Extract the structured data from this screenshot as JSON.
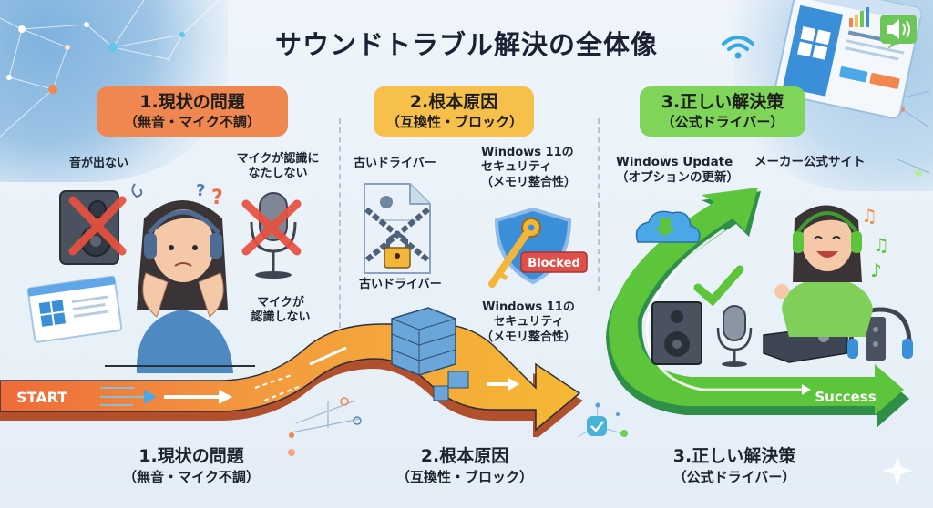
{
  "title": "サウンドトラブル解決の全体像",
  "sections": [
    {
      "heading": "1.現状の問題",
      "subheading": "（無音・マイク不調）",
      "color": "#f08650"
    },
    {
      "heading": "2.根本原因",
      "subheading": "（互換性・ブロック）",
      "color": "#f6c04a"
    },
    {
      "heading": "3.正しい解決策",
      "subheading": "（公式ドライバー）",
      "color": "#7fd45a"
    }
  ],
  "problem": {
    "no_sound": "音が出ない",
    "mic_not_recognized_top": [
      "マイクが認識に",
      "なたしない"
    ],
    "mic_not_recognized_bottom": [
      "マイクが",
      "認識しない"
    ],
    "question_marks": [
      "?",
      "?"
    ]
  },
  "cause": {
    "old_driver_top": "古いドライバー",
    "old_driver_bottom": "古いドライバー",
    "security_top": [
      "Windows 11の",
      "セキュリティ",
      "（メモリ整合性）"
    ],
    "security_bottom": [
      "Windows 11の",
      "セキュリティ",
      "（メモリ整合性）"
    ],
    "blocked_badge": "Blocked"
  },
  "solution": {
    "windows_update": [
      "Windows Update",
      "（オプションの更新）"
    ],
    "maker_site": "メーカー公式サイト"
  },
  "path": {
    "start_label": "START",
    "success_label": "Success"
  },
  "bottom_captions": [
    {
      "line1": "1.現状の問題",
      "line2": "（無音・マイク不調）"
    },
    {
      "line1": "2.根本原因",
      "line2": "（互換性・ブロック）"
    },
    {
      "line1": "3.正しい解決策",
      "line2": "（公式ドライバー）"
    }
  ],
  "colors": {
    "start_orange": "#ee6a3a",
    "cause_yellow": "#f6b934",
    "success_green": "#5cc53b",
    "blocked_red": "#e0504a",
    "shield_blue": "#3b8fd9",
    "cross_red": "#e8503f"
  }
}
